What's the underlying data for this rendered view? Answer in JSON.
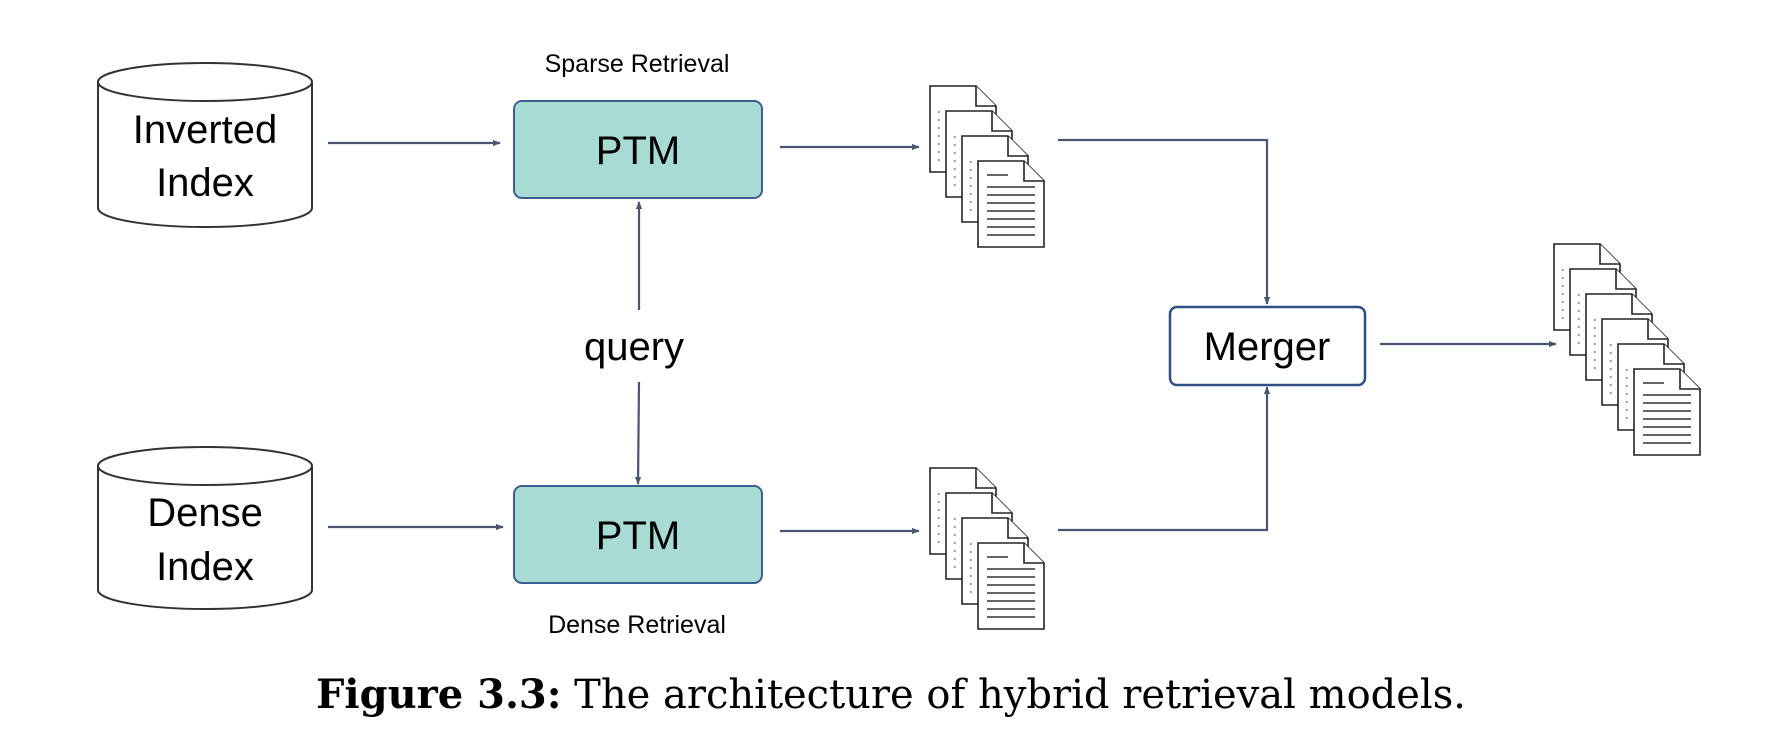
{
  "diagram": {
    "labels": {
      "sparse_retrieval": "Sparse Retrieval",
      "dense_retrieval": "Dense Retrieval",
      "query": "query",
      "merger": "Merger",
      "ptm_top": "PTM",
      "ptm_bottom": "PTM",
      "inverted_index_line1": "Inverted",
      "inverted_index_line2": "Index",
      "dense_index_line1": "Dense",
      "dense_index_line2": "Index"
    },
    "caption": {
      "prefix": "Figure 3.3:",
      "text": " The architecture of hybrid retrieval models."
    },
    "colors": {
      "ptm_fill": "#a9dbd5",
      "ptm_stroke": "#3b5f8e",
      "merger_stroke": "#2f4f85",
      "arrow": "#4a5670",
      "cylinder_stroke": "#333333"
    },
    "document_stacks": [
      {
        "name": "sparse-results",
        "count": 4
      },
      {
        "name": "dense-results",
        "count": 4
      },
      {
        "name": "merged-results",
        "count": 6
      }
    ]
  }
}
